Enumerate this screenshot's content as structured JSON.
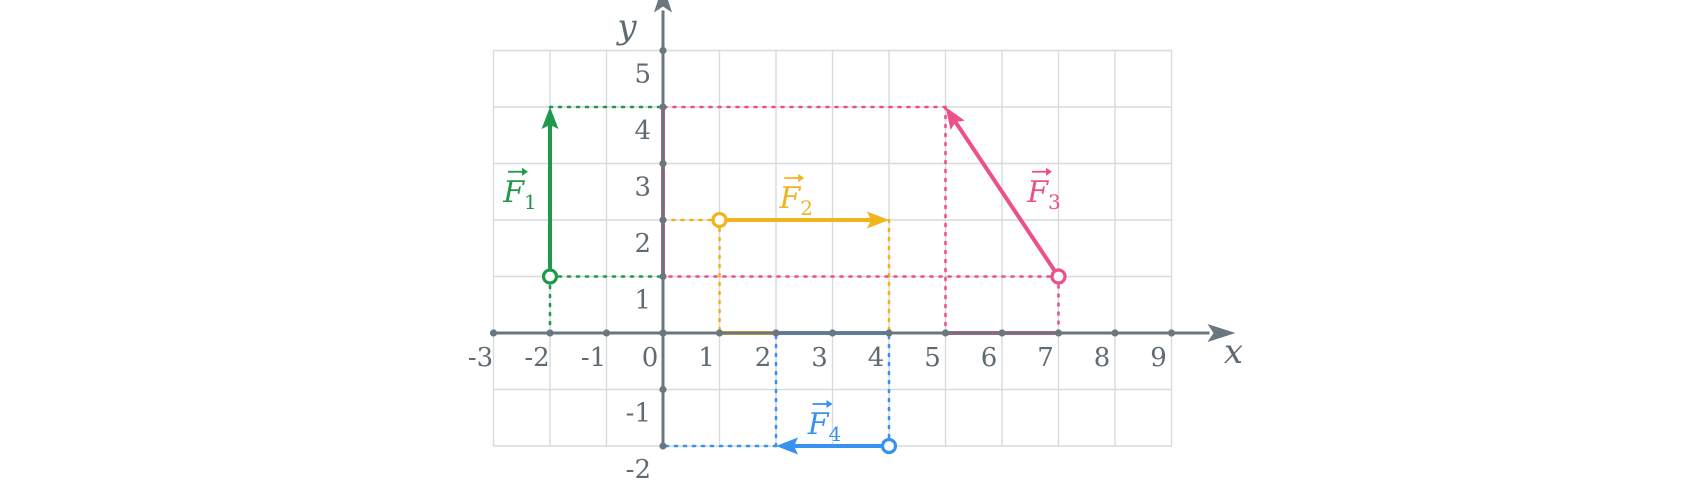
{
  "axes": {
    "x_label": "x",
    "y_label": "y",
    "x_range": [
      -3,
      9
    ],
    "y_range": [
      -2,
      5
    ],
    "x_ticks": [
      "-3",
      "-2",
      "-1",
      "0",
      "1",
      "2",
      "3",
      "4",
      "5",
      "6",
      "7",
      "8",
      "9"
    ],
    "y_ticks": [
      "-2",
      "-1",
      "1",
      "2",
      "3",
      "4",
      "5"
    ],
    "grid": true,
    "color": "#6b777f"
  },
  "vectors": [
    {
      "id": "F1",
      "label": "F",
      "sub": "1",
      "tail": [
        -2,
        1
      ],
      "head": [
        -2,
        4
      ],
      "color": "#1f9a4a"
    },
    {
      "id": "F2",
      "label": "F",
      "sub": "2",
      "tail": [
        1,
        2
      ],
      "head": [
        4,
        2
      ],
      "color": "#f0b41c"
    },
    {
      "id": "F3",
      "label": "F",
      "sub": "3",
      "tail": [
        7,
        1
      ],
      "head": [
        5,
        4
      ],
      "color": "#ec4f8a"
    },
    {
      "id": "F4",
      "label": "F",
      "sub": "4",
      "tail": [
        4,
        -2
      ],
      "head": [
        2,
        -2
      ],
      "color": "#3a92f0"
    }
  ]
}
